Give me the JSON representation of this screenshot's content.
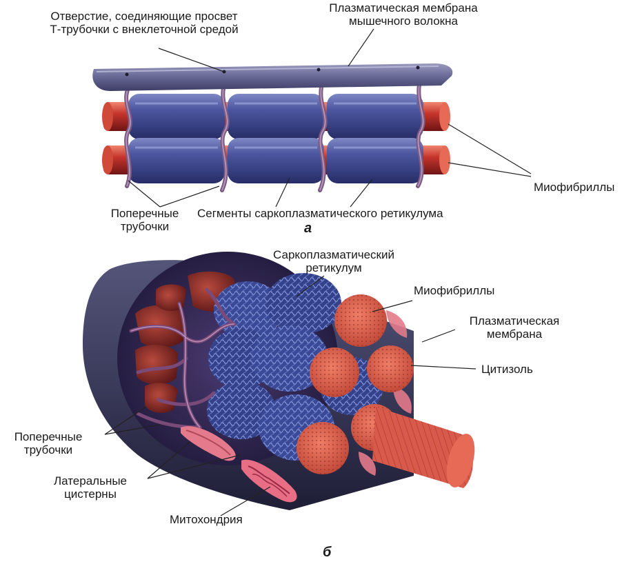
{
  "diagram": {
    "panel_a": {
      "letter": "а",
      "labels": {
        "openings_line1": "Отверстие, соединяющие просвет",
        "openings_line2": "Т-трубочки с внеклеточной средой",
        "membrane_line1": "Плазматическая мембрана",
        "membrane_line2": "мышечного волокна",
        "myofibrils": "Миофибриллы",
        "t_tubules_line1": "Поперечные",
        "t_tubules_line2": "трубочки",
        "sr_segments": "Сегменты саркоплазматического ретикулума"
      }
    },
    "panel_b": {
      "letter": "б",
      "labels": {
        "sr_line1": "Саркоплазматический",
        "sr_line2": "ретикулум",
        "myofibrils": "Миофибриллы",
        "membrane_line1": "Плазматическая",
        "membrane_line2": "мембрана",
        "cytosol": "Цитизоль",
        "t_tubules_line1": "Поперечные",
        "t_tubules_line2": "трубочки",
        "cisterns_line1": "Латеральные",
        "cisterns_line2": "цистерны",
        "mitochondria": "Митохондрия"
      }
    },
    "colors": {
      "membrane": "#5a5a86",
      "sr": "#3f4a8a",
      "myofibril": "#b3292a",
      "myofibril_light": "#e05a48",
      "cross_section": "#d9634f",
      "cytosol_pink": "#e27a8a",
      "leader": "#222222"
    }
  }
}
